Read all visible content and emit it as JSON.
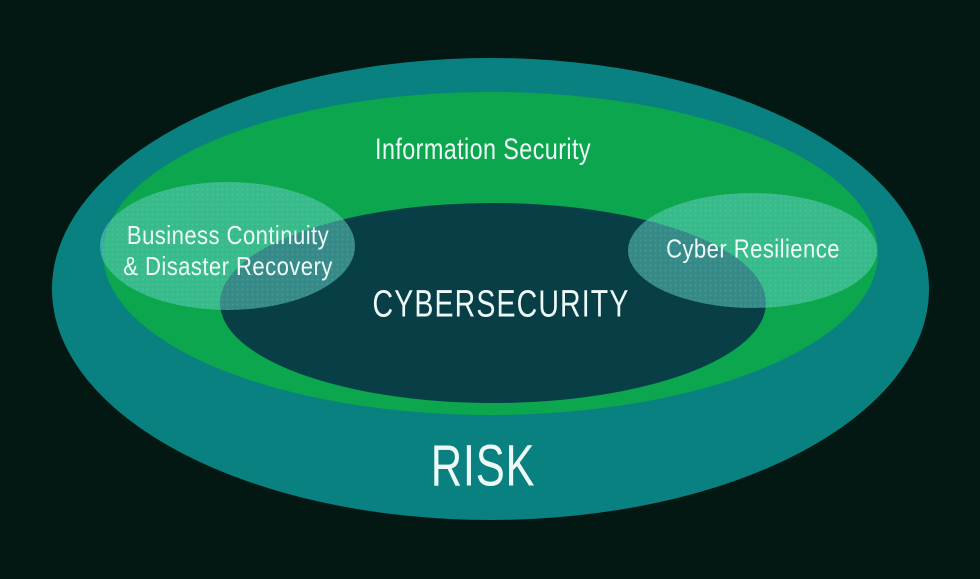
{
  "canvas": {
    "background_color": "#031713",
    "text_color": "#eefaf7"
  },
  "diagram": {
    "type": "nested-ellipses",
    "layers": {
      "risk": {
        "label": "RISK",
        "color": "#0a8181"
      },
      "information_security": {
        "label": "Information Security",
        "color": "#0ba64d"
      },
      "cybersecurity": {
        "label": "CYBERSECURITY",
        "color": "#083f47"
      },
      "business_continuity": {
        "label_line1": "Business Continuity",
        "label_line2": "& Disaster Recovery",
        "color": "rgba(95,208,196,0.52)"
      },
      "cyber_resilience": {
        "label": "Cyber Resilience",
        "color": "rgba(95,208,196,0.52)"
      }
    }
  }
}
